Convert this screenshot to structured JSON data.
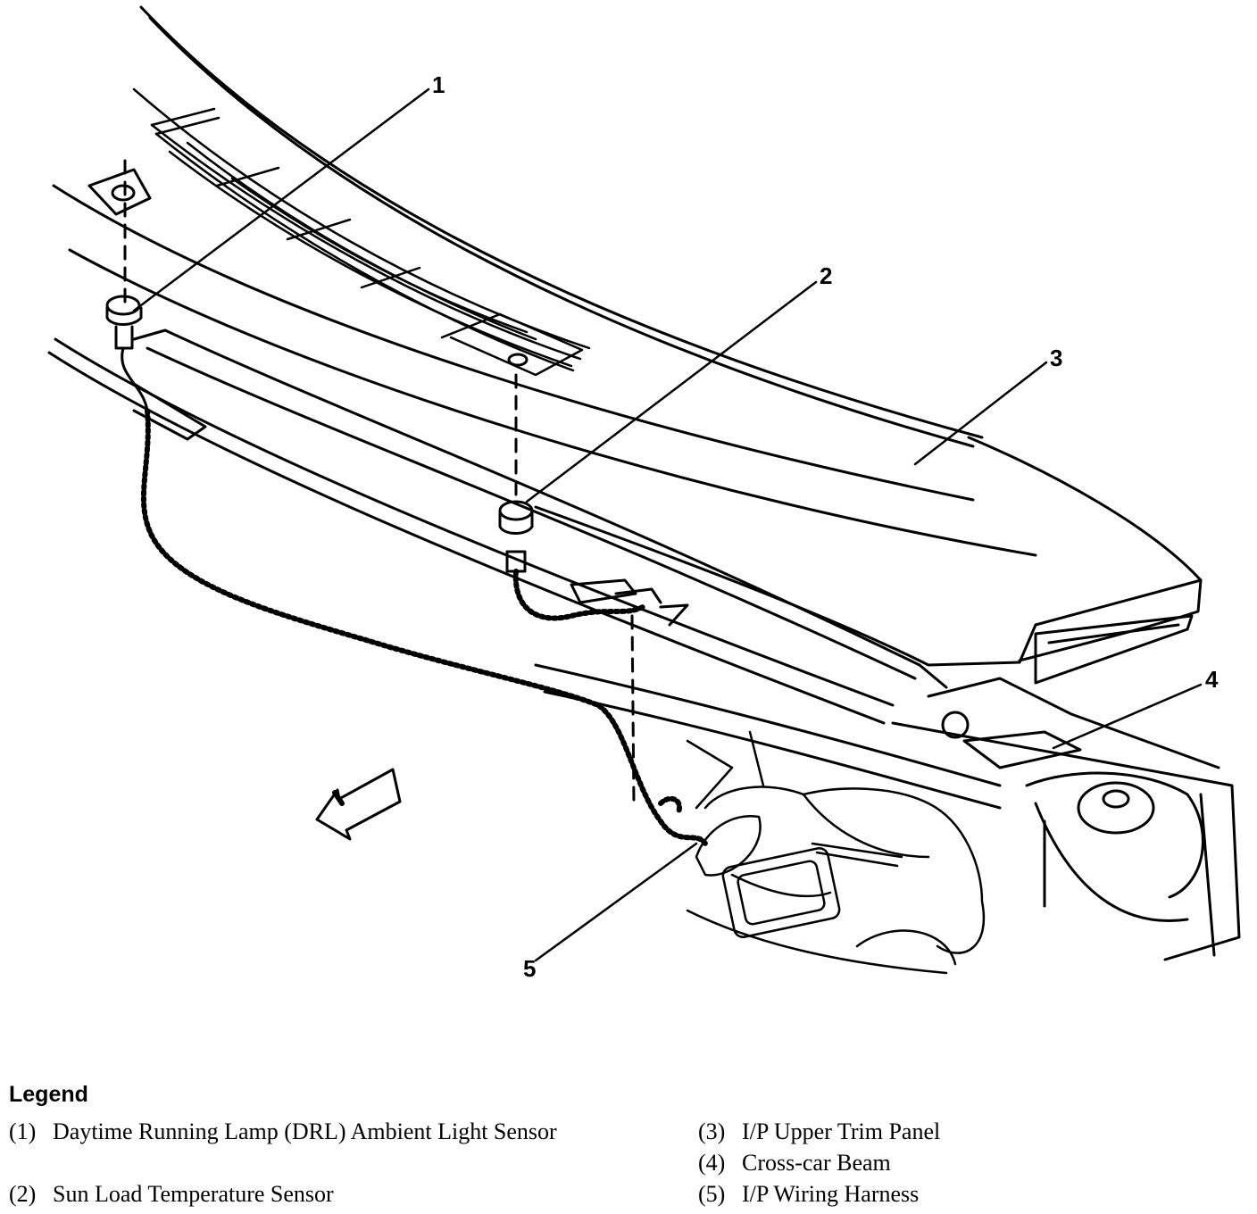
{
  "diagram": {
    "callouts": [
      "1",
      "2",
      "3",
      "4",
      "5"
    ]
  },
  "legend": {
    "title": "Legend",
    "items": [
      {
        "num": "(1)",
        "text": "Daytime Running Lamp (DRL) Ambient Light Sensor"
      },
      {
        "num": "(2)",
        "text": "Sun Load Temperature Sensor"
      },
      {
        "num": "(3)",
        "text": "I/P Upper Trim Panel"
      },
      {
        "num": "(4)",
        "text": "Cross-car Beam"
      },
      {
        "num": "(5)",
        "text": "I/P Wiring Harness"
      }
    ]
  }
}
